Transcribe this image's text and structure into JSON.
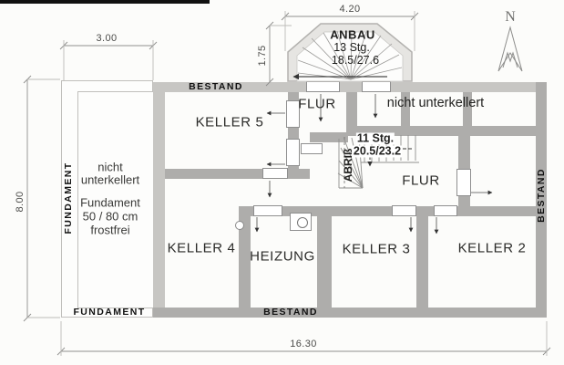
{
  "drawing": {
    "rooms": {
      "keller5": "KELLER 5",
      "keller4": "KELLER 4",
      "keller3": "KELLER 3",
      "keller2": "KELLER 2",
      "heizung": "HEIZUNG",
      "flur_upper": "FLUR",
      "flur_lower": "FLUR"
    },
    "zones": {
      "nicht_unterkellert": "nicht unterkellert",
      "left_line1": "nicht",
      "left_line2": "unterkellert",
      "note_line1": "Fundament",
      "note_line2": "50 / 80 cm",
      "note_line3": "frostfrei"
    },
    "wall_labels": {
      "bestand_top": "BESTAND",
      "bestand_bottom": "BESTAND",
      "bestand_right": "BESTAND",
      "fundament_left": "FUNDAMENT",
      "fundament_bottom": "FUNDAMENT"
    },
    "stairs": {
      "anbau": "ANBAU",
      "anbau_count": "13 Stg.",
      "anbau_ratio": "18.5/27.6",
      "inner_count": "11 Stg.",
      "inner_ratio": "20.5/23.2",
      "abriss": "ABRIß"
    },
    "dimensions": {
      "anbau_width": "4.20",
      "left_bay_width": "3.00",
      "anbau_depth": "1.75",
      "building_depth": "8.00",
      "building_width": "16.30"
    },
    "compass": {
      "north": "N"
    },
    "colors": {
      "wall": "#aeadab",
      "wall_light": "#c7c6c3",
      "bay_fill": "#e6e5e2",
      "paper": "#fcfcfa",
      "ink": "#222220",
      "dim_line": "#8f8f8d"
    }
  }
}
